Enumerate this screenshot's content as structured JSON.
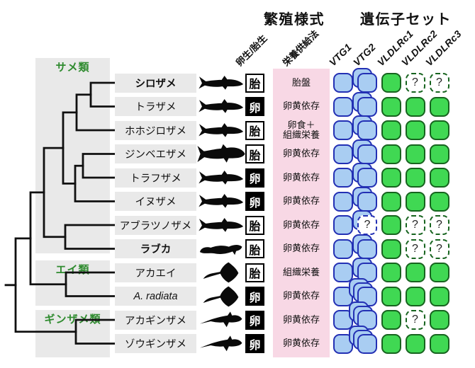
{
  "headers": {
    "reproduction_title": "繁殖様式",
    "geneset_title": "遺伝子セット"
  },
  "subcolumns": {
    "oviparity": "卵生/胎生",
    "nutrition": "栄養供給法"
  },
  "genes": [
    "VTG1",
    "VTG2",
    "VLDLRc1",
    "VLDLRc2",
    "VLDLRc3"
  ],
  "badges": {
    "live": "胎",
    "egg": "卵"
  },
  "unknown_mark": "?",
  "clades": [
    {
      "label": "サメ類"
    },
    {
      "label": "エイ類"
    },
    {
      "label": "ギンザメ類"
    }
  ],
  "rows": [
    {
      "species": "シロザメ",
      "style": "bold",
      "sil": "shark",
      "mode": "live",
      "nutrition": [
        "胎盤"
      ],
      "genes": [
        "blue",
        "blue2",
        "green",
        "greenq",
        "greenq"
      ]
    },
    {
      "species": "トラザメ",
      "style": "normal",
      "sil": "shark",
      "mode": "egg",
      "nutrition": [
        "卵黄依存"
      ],
      "genes": [
        "blue",
        "blue2",
        "green",
        "green",
        "green"
      ]
    },
    {
      "species": "ホホジロザメ",
      "style": "normal",
      "sil": "shark",
      "mode": "live",
      "nutrition": [
        "卵食＋",
        "組織栄養"
      ],
      "genes": [
        "blue",
        "blue2",
        "green",
        "green",
        "green"
      ]
    },
    {
      "species": "ジンベエザメ",
      "style": "normal",
      "sil": "whale",
      "mode": "live",
      "nutrition": [
        "卵黄依存"
      ],
      "genes": [
        "blue",
        "blue2",
        "green",
        "green",
        "green"
      ]
    },
    {
      "species": "トラフザメ",
      "style": "normal",
      "sil": "shark",
      "mode": "egg",
      "nutrition": [
        "卵黄依存"
      ],
      "genes": [
        "blue",
        "blue2",
        "green",
        "green",
        "green"
      ]
    },
    {
      "species": "イヌザメ",
      "style": "normal",
      "sil": "shark",
      "mode": "egg",
      "nutrition": [
        "卵黄依存"
      ],
      "genes": [
        "blue",
        "blue2",
        "green",
        "green",
        "green"
      ]
    },
    {
      "species": "アブラツノザメ",
      "style": "normal",
      "sil": "shark",
      "mode": "live",
      "nutrition": [
        "卵黄依存"
      ],
      "genes": [
        "blue",
        "blue2q",
        "green",
        "greenq",
        "greenq"
      ]
    },
    {
      "species": "ラブカ",
      "style": "bold",
      "sil": "eel",
      "mode": "live",
      "nutrition": [
        "卵黄依存"
      ],
      "genes": [
        "blue",
        "blue2",
        "green",
        "greenq",
        "greenq"
      ]
    },
    {
      "species": "アカエイ",
      "style": "normal",
      "sil": "ray",
      "mode": "live",
      "nutrition": [
        "組織栄養"
      ],
      "genes": [
        "blue",
        "blue2",
        "green",
        "green",
        "green"
      ]
    },
    {
      "species": "A. radiata",
      "style": "italic",
      "sil": "ray",
      "mode": "egg",
      "nutrition": [
        "卵黄依存"
      ],
      "genes": [
        "blue",
        "blue3",
        "green",
        "green",
        "green"
      ]
    },
    {
      "species": "アカギンザメ",
      "style": "normal",
      "sil": "chimaera",
      "mode": "egg",
      "nutrition": [
        "卵黄依存"
      ],
      "genes": [
        "blue",
        "blue3",
        "green",
        "greenq",
        "green"
      ]
    },
    {
      "species": "ゾウギンザメ",
      "style": "normal",
      "sil": "chimaera",
      "mode": "egg",
      "nutrition": [
        "卵黄依存"
      ],
      "genes": [
        "blue",
        "blue3",
        "green",
        "green",
        "green"
      ]
    }
  ],
  "colors": {
    "blue_fill": "#A9CDF2",
    "blue_border": "#2330B4",
    "green_fill": "#40D853",
    "green_border": "#17641F",
    "pink": "#F8D8E5",
    "box_gray": "#E9E9E9",
    "clade_green": "#2F8B2F"
  }
}
